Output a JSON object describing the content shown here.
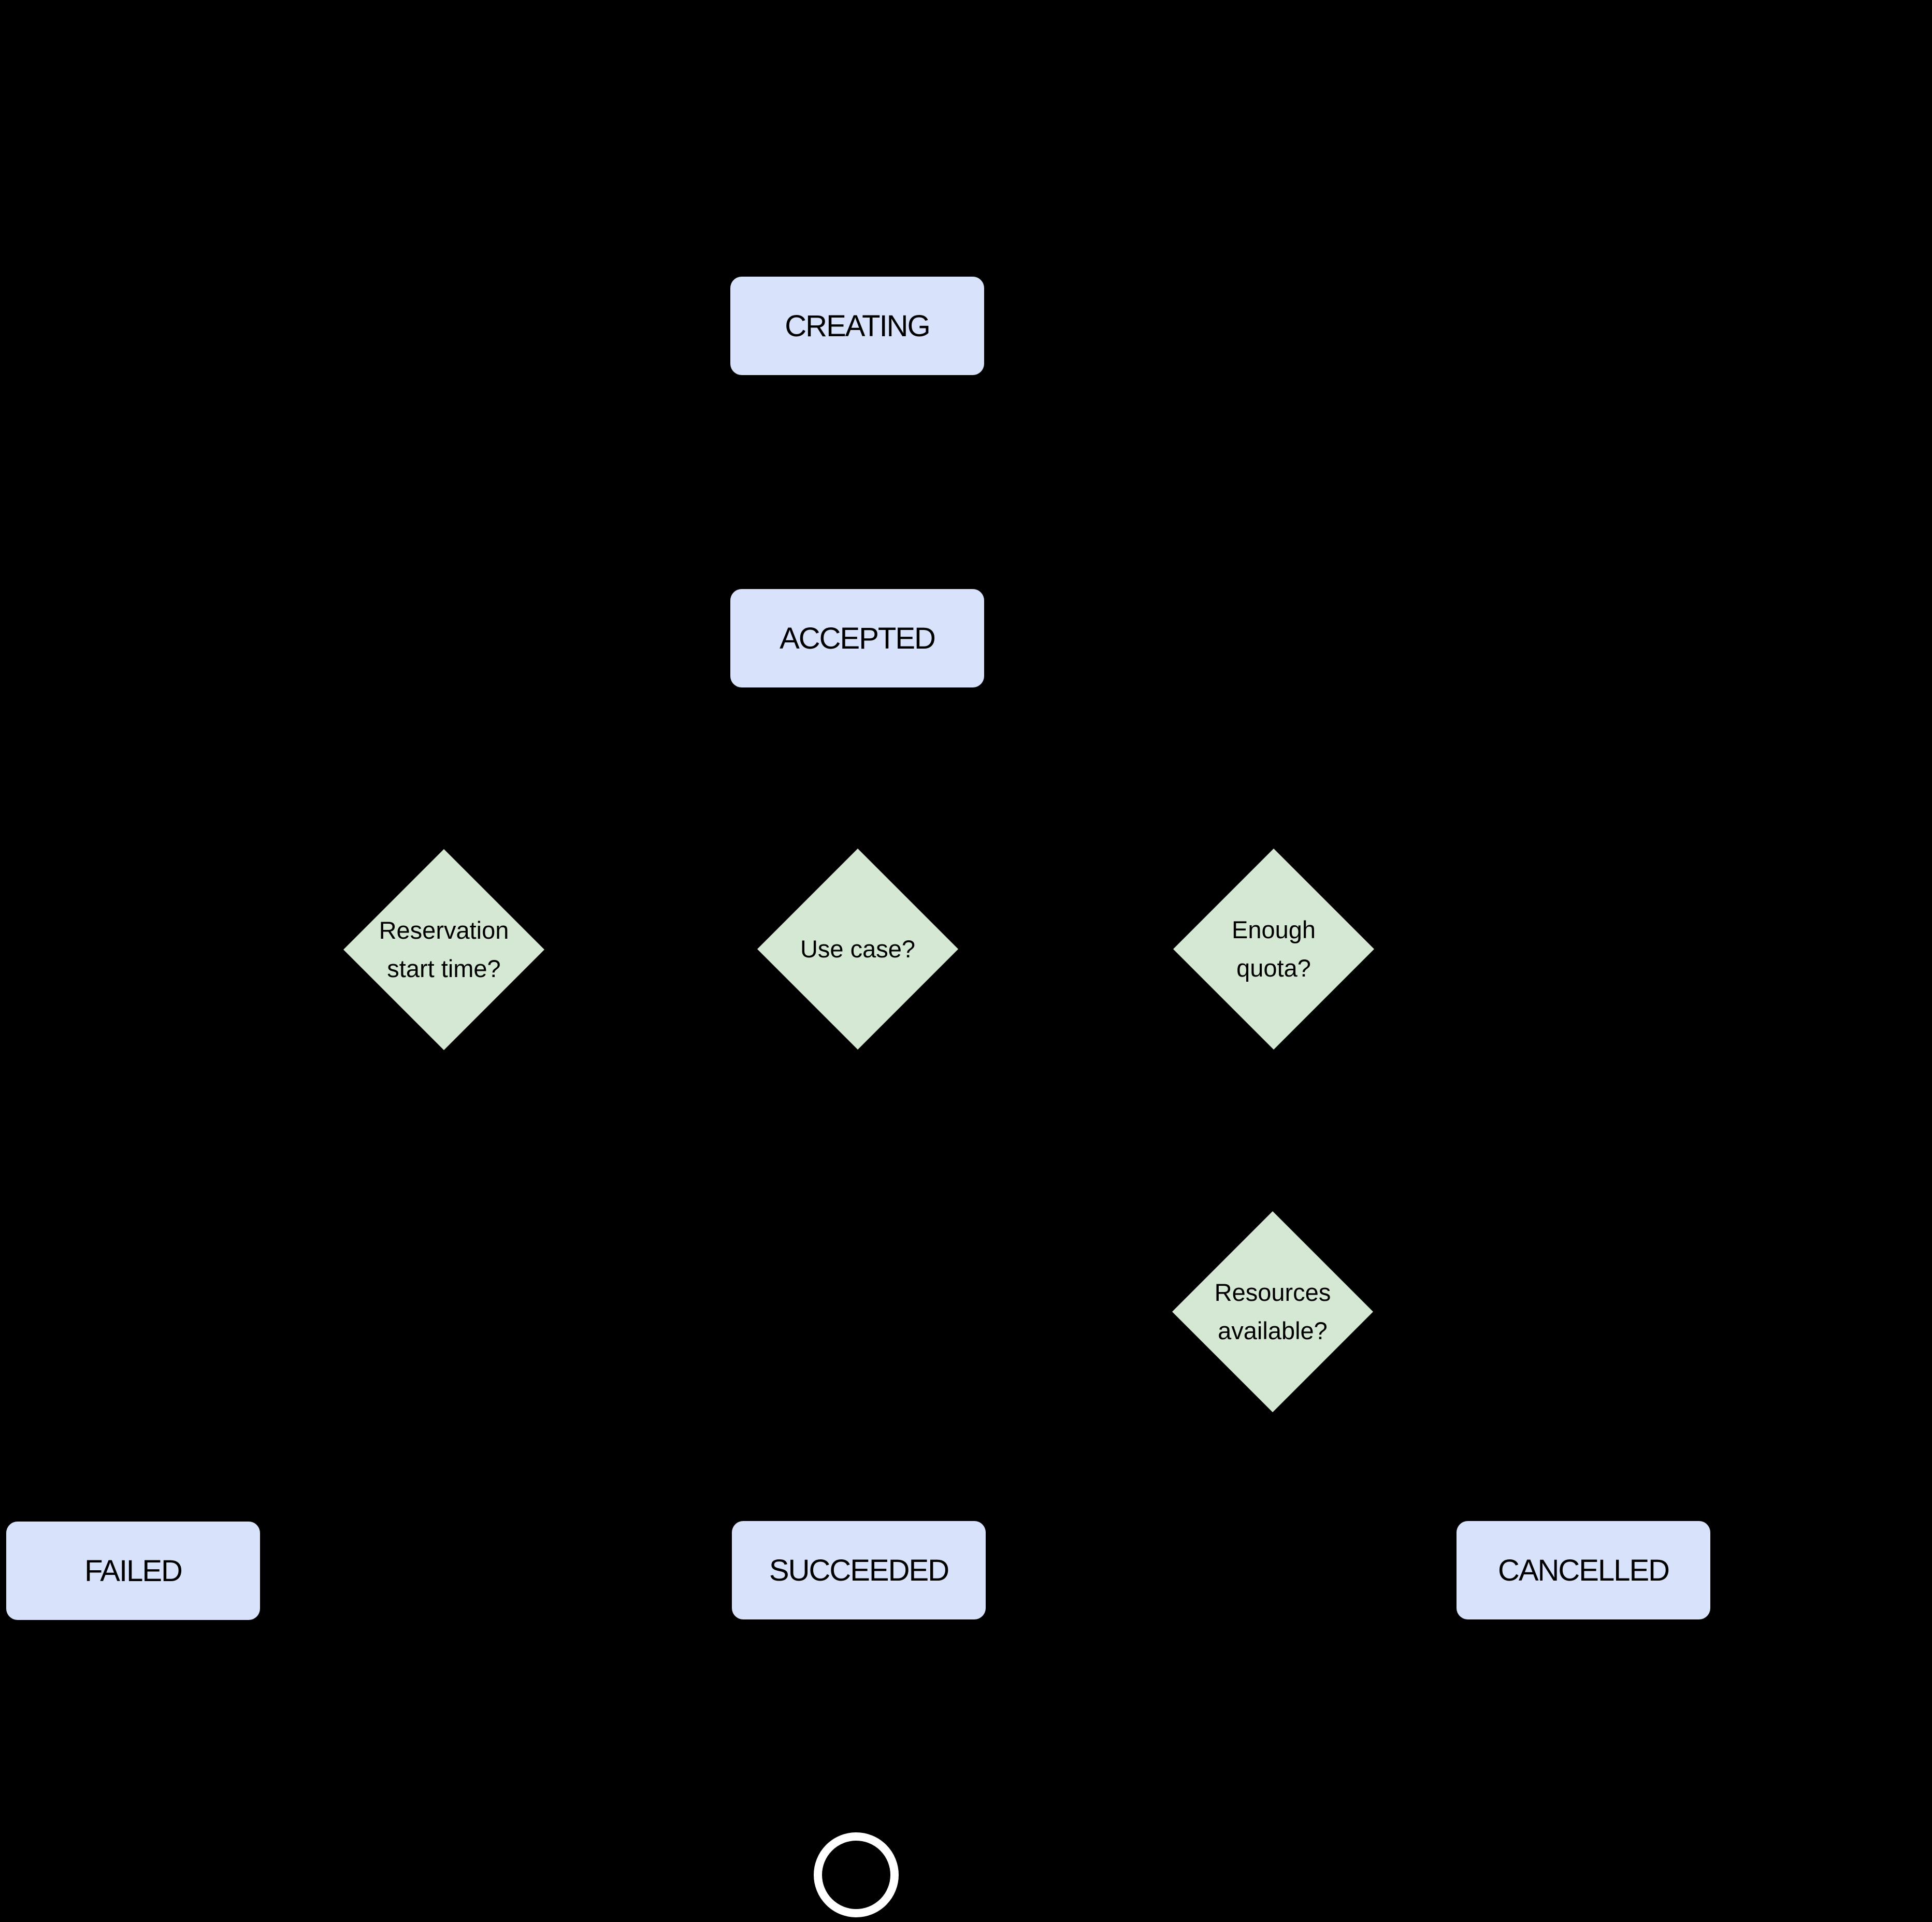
{
  "diagram": {
    "type": "flowchart",
    "colors": {
      "background": "#000000",
      "state_fill": "#d8e3fb",
      "decision_fill": "#d5e8d4",
      "text": "#000000",
      "end_circle": "#ffffff"
    },
    "nodes": {
      "creating": {
        "label": "CREATING"
      },
      "accepted": {
        "label": "ACCEPTED"
      },
      "failed": {
        "label": "FAILED"
      },
      "succeeded": {
        "label": "SUCCEEDED"
      },
      "cancelled": {
        "label": "CANCELLED"
      },
      "reservation_start_time": {
        "line1": "Reservation",
        "line2": "start time?"
      },
      "use_case": {
        "line1": "Use case?"
      },
      "enough_quota": {
        "line1": "Enough",
        "line2": "quota?"
      },
      "resources_available": {
        "line1": "Resources",
        "line2": "available?"
      }
    },
    "end_marker": {
      "shape": "circle-outline"
    }
  }
}
